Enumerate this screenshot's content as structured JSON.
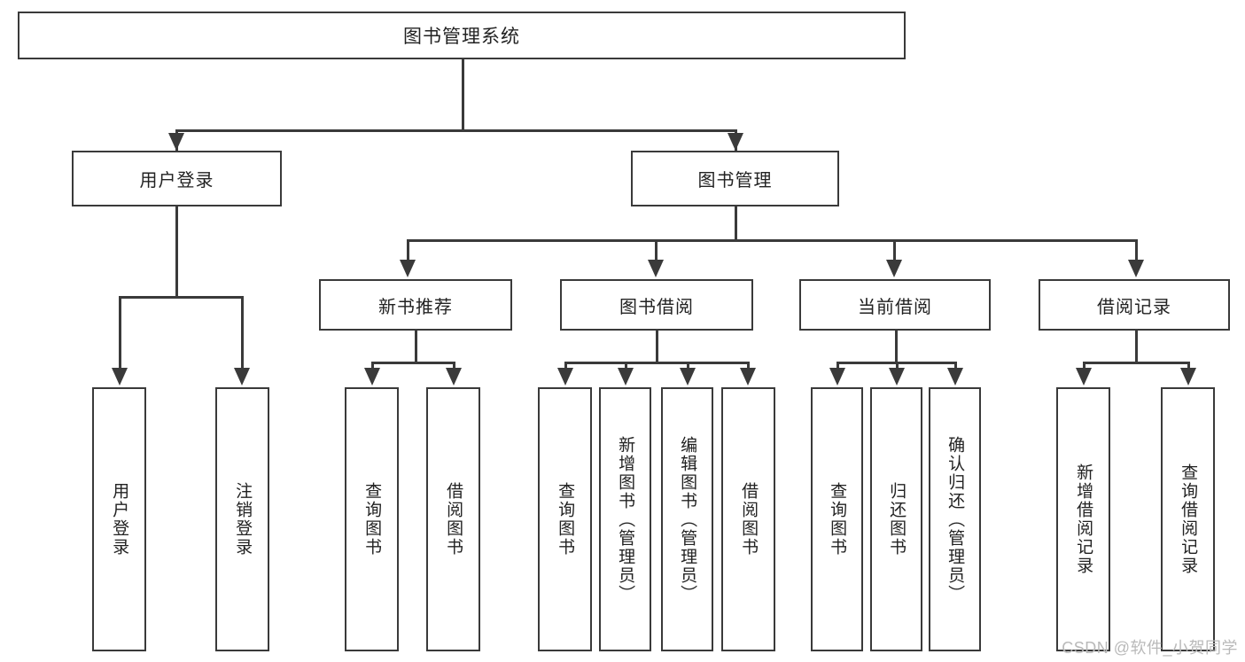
{
  "diagram": {
    "type": "tree-hierarchy",
    "title": "图书管理系统",
    "watermark": "CSDN @软件_小贺同学",
    "colors": {
      "stroke": "#3a3a3a",
      "fill": "#ffffff",
      "text": "#222222",
      "watermark": "#b9b9b9"
    },
    "levels": {
      "level1": [
        "图书管理系统"
      ],
      "level2": [
        "用户登录",
        "图书管理"
      ],
      "level3": [
        "新书推荐",
        "图书借阅",
        "当前借阅",
        "借阅记录"
      ],
      "level4": [
        "用户登录",
        "注销登录",
        "查询图书",
        "借阅图书",
        "查询图书",
        "新增图书（管理员）",
        "编辑图书（管理员）",
        "借阅图书",
        "查询图书",
        "归还图书",
        "确认归还（管理员）",
        "新增借阅记录",
        "查询借阅记录"
      ]
    },
    "nodes": {
      "root": "图书管理系统",
      "user_login": "用户登录",
      "book_manage": "图书管理",
      "new_book_rec": "新书推荐",
      "book_borrow": "图书借阅",
      "current_borrow": "当前借阅",
      "borrow_record": "借阅记录",
      "leaf_user_login": "用户登录",
      "leaf_logout": "注销登录",
      "leaf_query_book_1": "查询图书",
      "leaf_borrow_book_1": "借阅图书",
      "leaf_query_book_2": "查询图书",
      "leaf_add_book": "新增图书（管理员）",
      "leaf_edit_book": "编辑图书（管理员）",
      "leaf_borrow_book_2": "借阅图书",
      "leaf_query_book_3": "查询图书",
      "leaf_return_book": "归还图书",
      "leaf_confirm_return": "确认归还（管理员）",
      "leaf_add_record": "新增借阅记录",
      "leaf_query_record": "查询借阅记录"
    }
  }
}
